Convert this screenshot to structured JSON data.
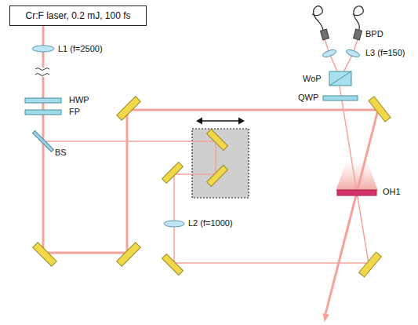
{
  "diagram": {
    "nodes": [
      {
        "text": [
          "Cr:F laser, 0.2 mJ, 100 fs"
        ]
      }
    ],
    "labels": [
      "L1 (f=2500)",
      "HWP",
      "FP",
      "BS",
      "L2 (f=1000)",
      "OH1",
      "QWP",
      "WoP",
      "L3 (f=150)",
      "BPD"
    ]
  }
}
